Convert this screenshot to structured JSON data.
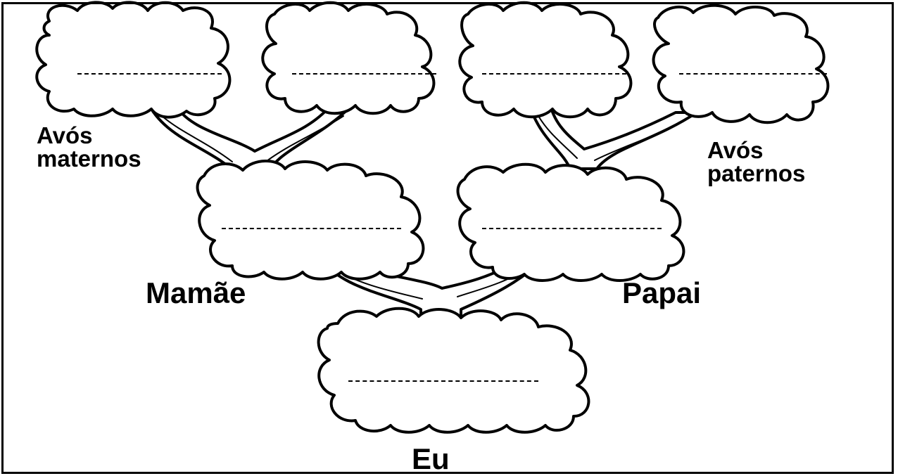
{
  "labels": {
    "maternal_grandparents_line1": "Avós",
    "maternal_grandparents_line2": "maternos",
    "paternal_grandparents_line1": "Avós",
    "paternal_grandparents_line2": "paternos",
    "mother": "Mamãe",
    "father": "Papai",
    "me": "Eu"
  }
}
